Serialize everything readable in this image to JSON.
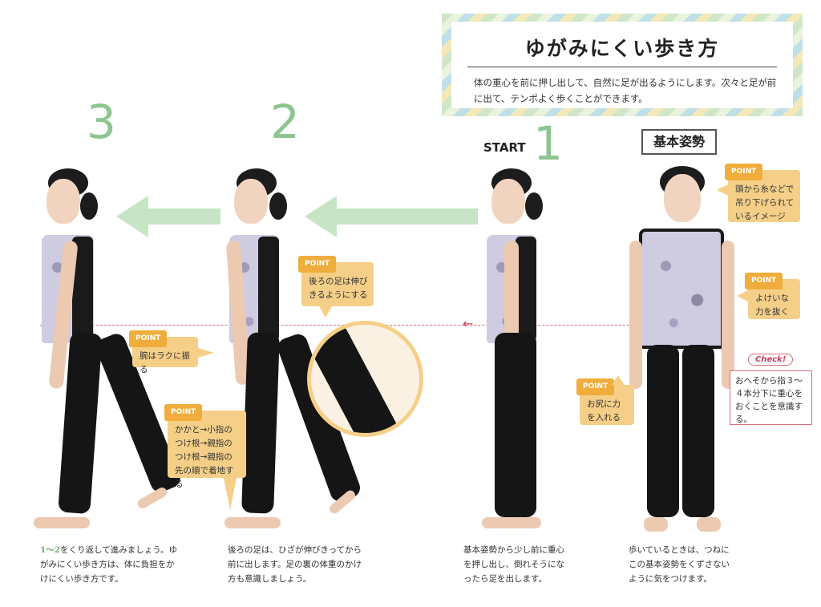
{
  "title": "ゆがみにくい歩き方",
  "description": "体の重心を前に押し出して、自然に足が出るようにします。次々と足が前に出て、テンポよく歩くことができます。",
  "steps": {
    "step3": "3",
    "step2": "2",
    "step1": "1",
    "start": "START",
    "kihon": "基本姿勢"
  },
  "points": {
    "tag": "POINT",
    "p_head": "頭から糸などで吊り下げられているイメージ",
    "p_shoulder": "よけいな力を抜く",
    "p_hip": "お尻に力を入れる",
    "p_backfoot": "後ろの足は伸びきるようにする",
    "p_arm": "腕はラクに振る",
    "p_heel": "かかと→小指のつけ根→親指のつけ根→親指の先の順で着地する"
  },
  "check": {
    "tag": "Check!",
    "text": "おへそから指３～４本分下に重心をおくことを意識する。"
  },
  "captions": {
    "c3_hl": "1～2",
    "c3": "をくり返して進みましょう。ゆがみにくい歩き方は、体に負担をかけにくい歩き方です。",
    "c2": "後ろの足は、ひざが伸びきってから前に出します。足の裏の体重のかけ方も意識しましょう。",
    "c1": "基本姿勢から少し前に重心を押し出し、倒れそうになったら足を出します。",
    "c0": "歩いているときは、つねにこの基本姿勢をくずさないように気をつけます。"
  },
  "colors": {
    "accent_green": "#8cc58f",
    "point_bg": "#f5cf88",
    "point_tag": "#f0ad3c",
    "check_red": "#d86a7a"
  }
}
